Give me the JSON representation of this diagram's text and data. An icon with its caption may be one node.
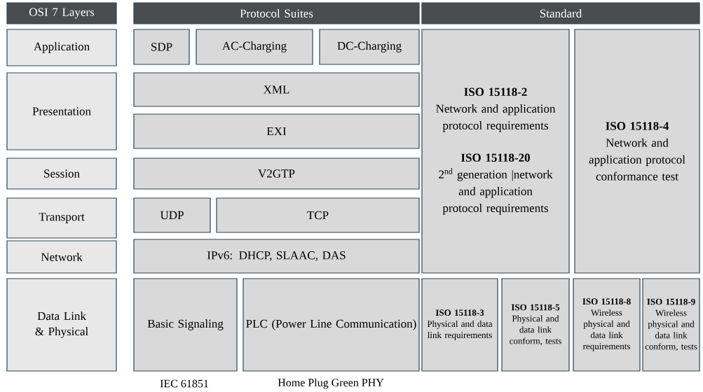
{
  "diagram": {
    "nodes": [
      {
        "text": [
          "OSI 7 Layers"
        ]
      },
      {
        "text": [
          "Protocol Suites"
        ]
      },
      {
        "text": [
          "Standard"
        ]
      },
      {
        "text": [
          "Application"
        ]
      },
      {
        "text": [
          "SDP"
        ]
      },
      {
        "text": [
          "AC-Charging"
        ]
      },
      {
        "text": [
          "DC-Charging"
        ]
      },
      {
        "text": [
          "ISO 15118-2",
          "Network and application protocol requirements",
          "ISO 15118-20",
          "2$^{nd}$ generation |network and application protocol requirements"
        ]
      },
      {
        "text": [
          "ISO 15118-4",
          "Network and application protocol conformance test"
        ]
      },
      {
        "text": [
          "Presentation"
        ]
      },
      {
        "text": [
          "XML"
        ]
      },
      {
        "text": [
          "EXI"
        ]
      },
      {
        "text": [
          "Session"
        ]
      },
      {
        "text": [
          "V2GTP"
        ]
      },
      {
        "text": [
          "Transport"
        ]
      },
      {
        "text": [
          "UDP"
        ]
      },
      {
        "text": [
          "TCP"
        ]
      },
      {
        "text": [
          "Network"
        ]
      },
      {
        "text": [
          "IPv6: DHCP, SLAAC, DAS"
        ]
      },
      {
        "text": [
          "Data Link & Physical"
        ]
      },
      {
        "text": [
          "Basic Signaling"
        ],
        "beside": [
          "IEC 61851"
        ]
      },
      {
        "text": [
          "PLC (Power Line Communication)"
        ],
        "beside": [
          "Home Plug Green PHY"
        ]
      },
      {
        "text": [
          "ISO 15118-3",
          "Physical and data link requirements"
        ]
      },
      {
        "text": [
          "ISO 15118-5",
          "Physical and data link conform, tests"
        ]
      },
      {
        "text": [
          "ISO 15118-8",
          "Wireless physical and data link requirements"
        ]
      },
      {
        "text": [
          "ISO 15118-9",
          "Wireless physical and data link conform, tests"
        ]
      }
    ]
  }
}
